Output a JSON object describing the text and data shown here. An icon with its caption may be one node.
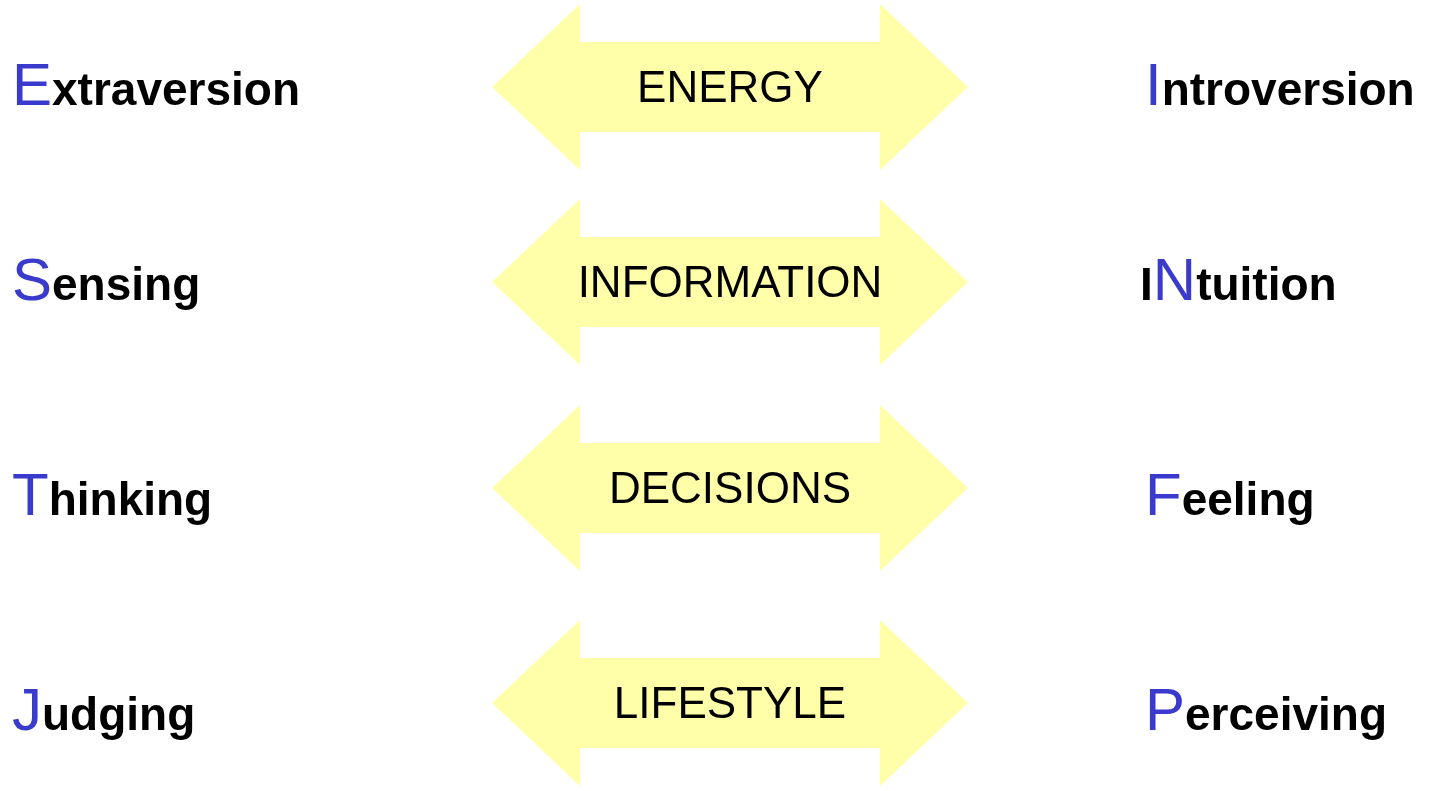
{
  "diagram": {
    "nodes": [
      {
        "text": [
          "ENERGY"
        ]
      },
      {
        "text": [
          "INFORMATION"
        ]
      },
      {
        "text": [
          "DECISIONS"
        ]
      },
      {
        "text": [
          "LIFESTYLE"
        ]
      }
    ],
    "labels": [
      "Extraversion",
      "Introversion",
      "Sensing",
      "INtuition",
      "Thinking",
      "Feeling",
      "Judging",
      "Perceiving"
    ]
  }
}
